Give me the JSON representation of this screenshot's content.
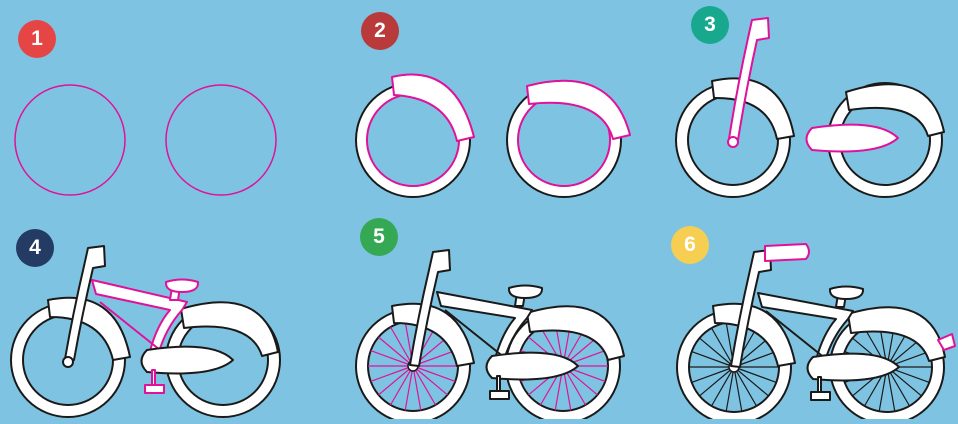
{
  "background_color": "#7ec4e2",
  "accent_color": "#e0119b",
  "line_color": "#1a1a1a",
  "steps": [
    {
      "number": "1",
      "color": "#e64545"
    },
    {
      "number": "2",
      "color": "#b83a3a"
    },
    {
      "number": "3",
      "color": "#17a88e"
    },
    {
      "number": "4",
      "color": "#243b63"
    },
    {
      "number": "5",
      "color": "#34a853"
    },
    {
      "number": "6",
      "color": "#f6cf52"
    }
  ]
}
